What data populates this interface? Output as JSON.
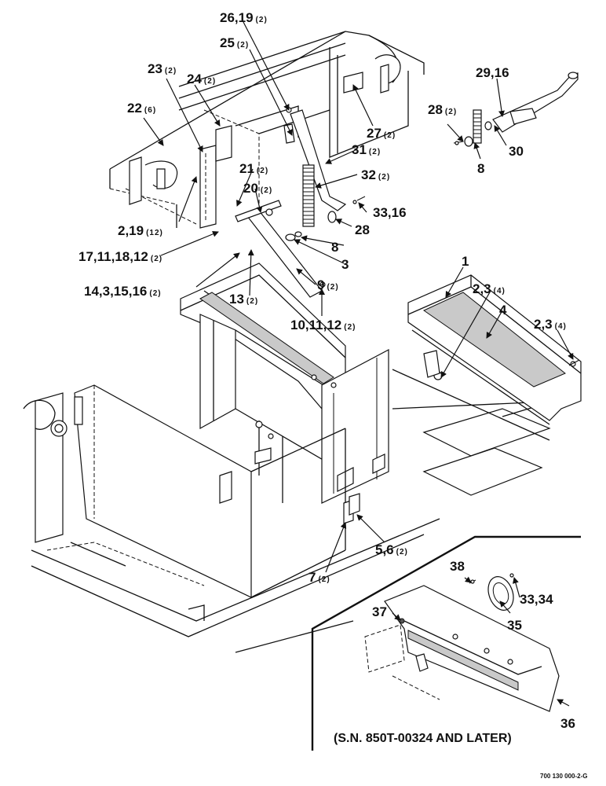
{
  "drawing": {
    "callouts": [
      {
        "id": "c-26-19",
        "num": "26,19",
        "qty": "(2)"
      },
      {
        "id": "c-25",
        "num": "25",
        "qty": "(2)"
      },
      {
        "id": "c-23",
        "num": "23",
        "qty": "(2)"
      },
      {
        "id": "c-24",
        "num": "24",
        "qty": "(2)"
      },
      {
        "id": "c-22",
        "num": "22",
        "qty": "(6)"
      },
      {
        "id": "c-27",
        "num": "27",
        "qty": "(2)"
      },
      {
        "id": "c-31",
        "num": "31",
        "qty": "(2)"
      },
      {
        "id": "c-21",
        "num": "21",
        "qty": "(2)"
      },
      {
        "id": "c-32",
        "num": "32",
        "qty": "(2)"
      },
      {
        "id": "c-20",
        "num": "20",
        "qty": "(2)"
      },
      {
        "id": "c-33-16",
        "num": "33,16",
        "qty": ""
      },
      {
        "id": "c-2-19",
        "num": "2,19",
        "qty": "(12)"
      },
      {
        "id": "c-28a",
        "num": "28",
        "qty": ""
      },
      {
        "id": "c-8a",
        "num": "8",
        "qty": ""
      },
      {
        "id": "c-17",
        "num": "17,11,18,12",
        "qty": "(2)"
      },
      {
        "id": "c-3",
        "num": "3",
        "qty": ""
      },
      {
        "id": "c-9",
        "num": "9",
        "qty": "(2)"
      },
      {
        "id": "c-14",
        "num": "14,3,15,16",
        "qty": "(2)"
      },
      {
        "id": "c-13",
        "num": "13",
        "qty": "(2)"
      },
      {
        "id": "c-10",
        "num": "10,11,12",
        "qty": "(2)"
      },
      {
        "id": "c-29-16",
        "num": "29,16",
        "qty": ""
      },
      {
        "id": "c-28b",
        "num": "28",
        "qty": "(2)"
      },
      {
        "id": "c-30",
        "num": "30",
        "qty": ""
      },
      {
        "id": "c-8b",
        "num": "8",
        "qty": ""
      },
      {
        "id": "c-1",
        "num": "1",
        "qty": ""
      },
      {
        "id": "c-2-3a",
        "num": "2,3",
        "qty": "(4)"
      },
      {
        "id": "c-4",
        "num": "4",
        "qty": ""
      },
      {
        "id": "c-2-3b",
        "num": "2,3",
        "qty": "(4)"
      },
      {
        "id": "c-5-6",
        "num": "5,6",
        "qty": "(2)"
      },
      {
        "id": "c-7",
        "num": "7",
        "qty": "(2)"
      },
      {
        "id": "c-38",
        "num": "38",
        "qty": ""
      },
      {
        "id": "c-33-34",
        "num": "33,34",
        "qty": ""
      },
      {
        "id": "c-37",
        "num": "37",
        "qty": ""
      },
      {
        "id": "c-35",
        "num": "35",
        "qty": ""
      },
      {
        "id": "c-36",
        "num": "36",
        "qty": ""
      }
    ],
    "inset_note": "(S.N. 850T-00324 AND LATER)",
    "drawing_ref": "700 130 000-2-G"
  }
}
